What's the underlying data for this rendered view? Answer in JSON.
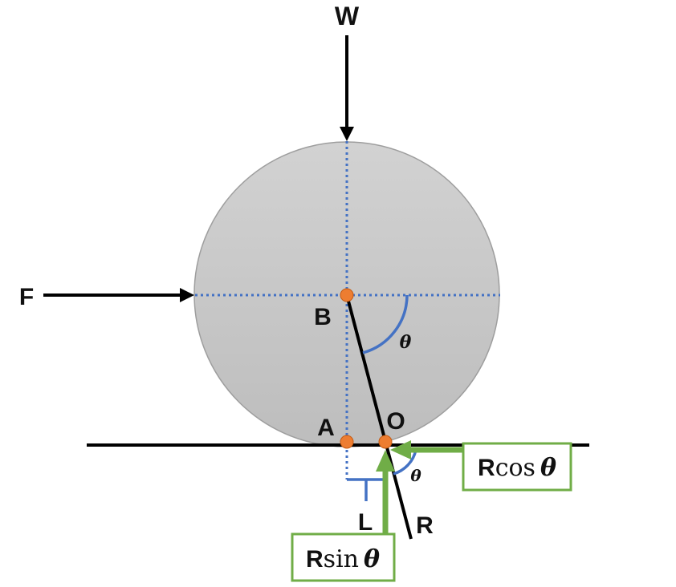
{
  "labels": {
    "W": "W",
    "F": "F",
    "B": "B",
    "A": "A",
    "O": "O",
    "L": "L",
    "R": "R",
    "theta_upper": "θ",
    "theta_lower": "θ"
  },
  "boxes": {
    "rcos": {
      "prefix": "R",
      "func": "cos",
      "var": "θ"
    },
    "rsin": {
      "prefix": "R",
      "func": "sin",
      "var": "θ"
    }
  },
  "colors": {
    "wheel_fill_top": "#d2d2d2",
    "wheel_fill_bottom": "#bdbdbd",
    "wheel_stroke": "#9e9e9e",
    "force_arrow": "#000000",
    "guide_dotted": "#4472c4",
    "angle_arc": "#4472c4",
    "point": "#ed7d31",
    "component_arrow": "#70ad47",
    "box_border": "#70ad47"
  }
}
